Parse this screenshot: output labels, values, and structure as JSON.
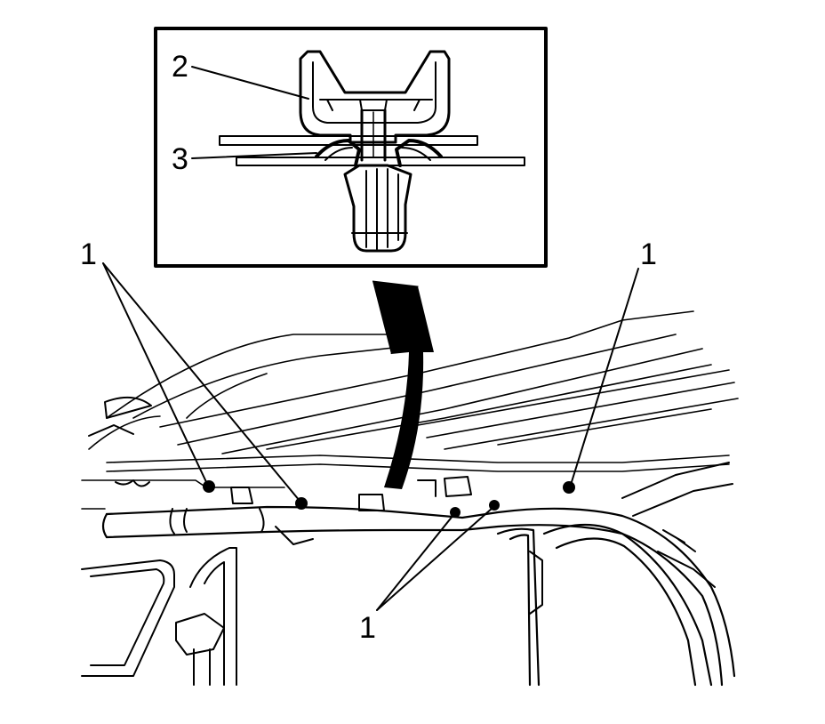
{
  "diagram": {
    "callouts": {
      "c1_top_left": "1",
      "c1_top_right": "1",
      "c1_bottom": "1",
      "c2_inset": "2",
      "c3_inset": "3"
    },
    "colors": {
      "line": "#000000",
      "background": "#ffffff",
      "arrow_fill": "#000000"
    }
  }
}
